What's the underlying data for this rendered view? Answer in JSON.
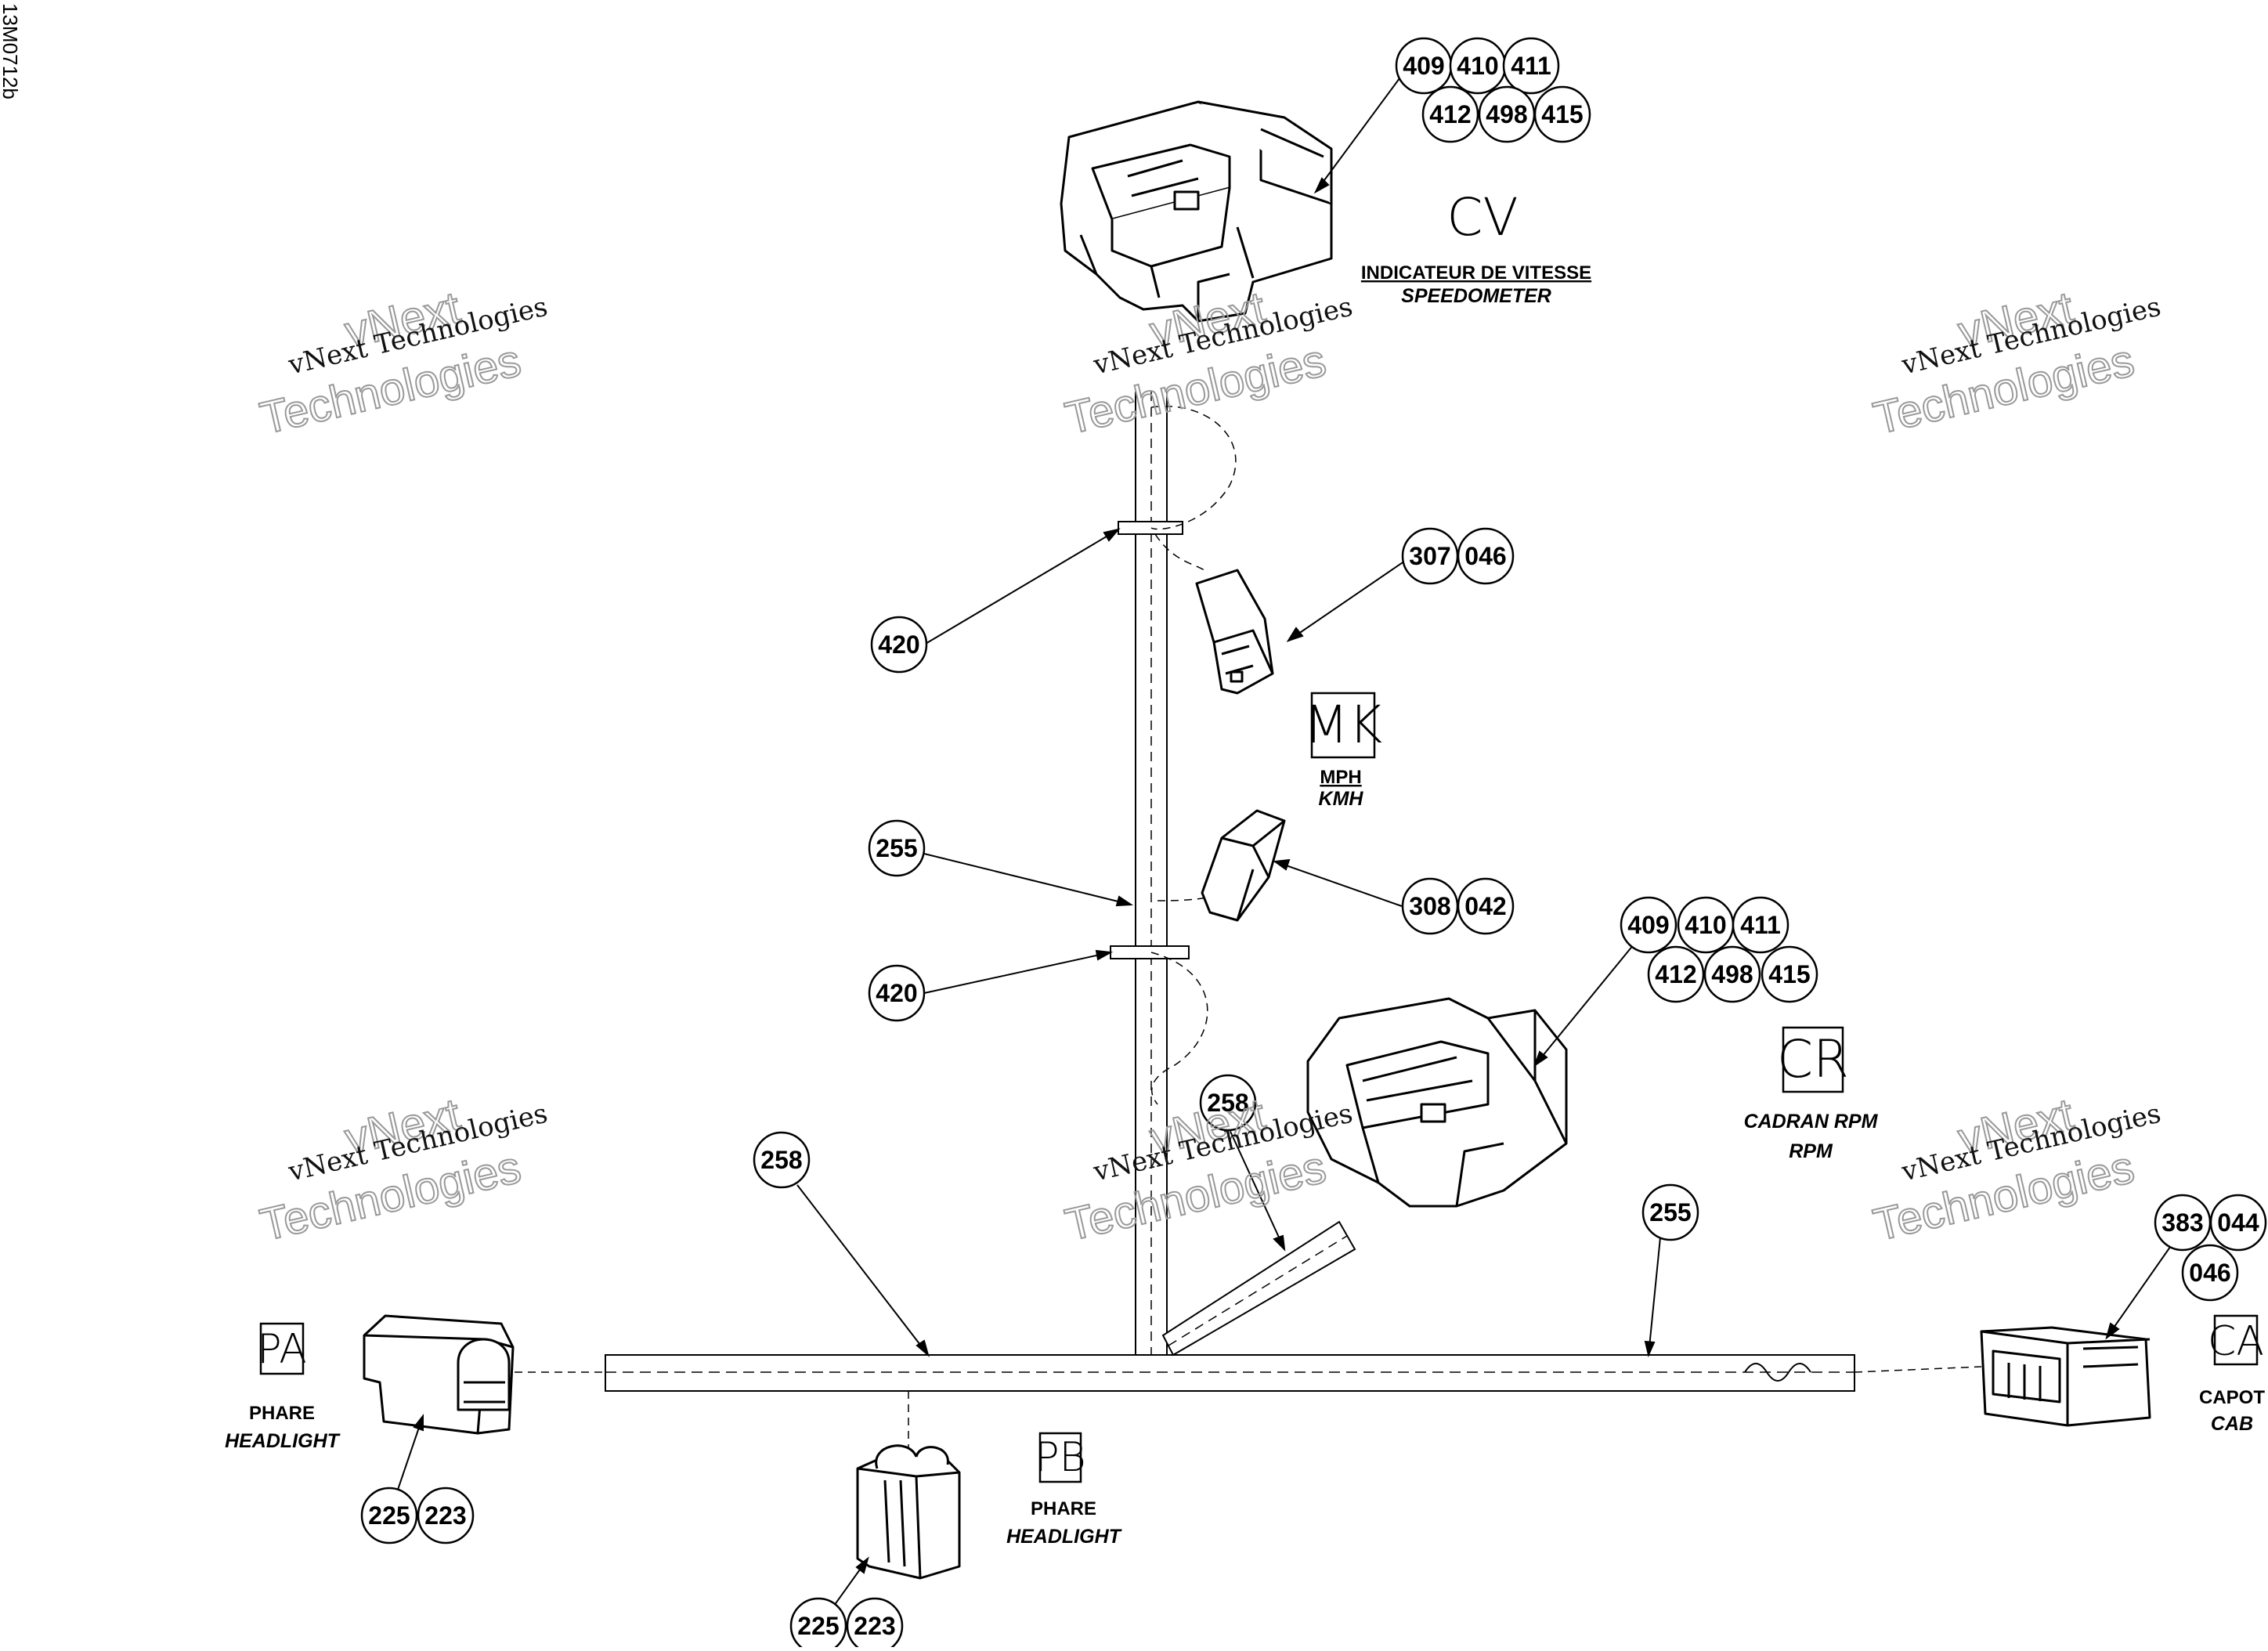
{
  "document_id": "13M0712b",
  "watermark": {
    "line1": "vNext Technologies",
    "line2": "vNext",
    "line3": "Technologies"
  },
  "connectors": {
    "cv": {
      "code": "CV",
      "label_fr": "INDICATEUR DE VITESSE",
      "label_en": "SPEEDOMETER"
    },
    "mk": {
      "code": "MK",
      "label_fr": "MPH",
      "label_en": "KMH"
    },
    "cr": {
      "code": "CR",
      "label_fr": "CADRAN RPM",
      "label_en": "RPM"
    },
    "pa": {
      "code": "PA",
      "label_fr": "PHARE",
      "label_en": "HEADLIGHT"
    },
    "pb": {
      "code": "PB",
      "label_fr": "PHARE",
      "label_en": "HEADLIGHT"
    },
    "ca": {
      "code": "CA",
      "label_fr": "CAPOT",
      "label_en": "CAB"
    }
  },
  "callouts": {
    "cv_group": [
      "409",
      "410",
      "411",
      "412",
      "498",
      "415"
    ],
    "mk_top": [
      "307",
      "046"
    ],
    "mk_bottom": [
      "308",
      "042"
    ],
    "clip_top": "420",
    "clip_bottom": "420",
    "harness_mid": "255",
    "cr_group": [
      "409",
      "410",
      "411",
      "412",
      "498",
      "415"
    ],
    "branch_258": "258",
    "main_258": "258",
    "main_255": "255",
    "ca_group": [
      "383",
      "044",
      "046"
    ],
    "pa_group": [
      "225",
      "223"
    ],
    "pb_group": [
      "225",
      "223"
    ]
  }
}
